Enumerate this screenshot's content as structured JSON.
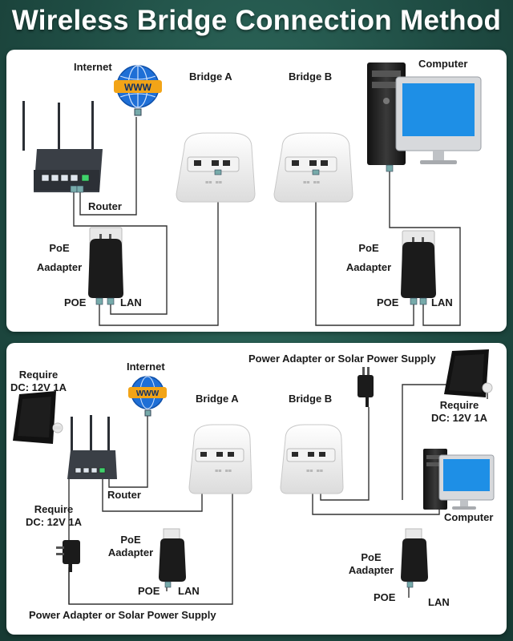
{
  "title": "Wireless Bridge Connection Method",
  "panel1": {
    "internet_label": "Internet",
    "www_text": "WWW",
    "bridge_a_label": "Bridge A",
    "bridge_b_label": "Bridge B",
    "computer_label": "Computer",
    "router_label": "Router",
    "poe_adapter_left_line1": "PoE",
    "poe_adapter_left_line2": "Aadapter",
    "poe_left_port": "POE",
    "lan_left_port": "LAN",
    "poe_adapter_right_line1": "PoE",
    "poe_adapter_right_line2": "Aadapter",
    "poe_right_port": "POE",
    "lan_right_port": "LAN"
  },
  "panel2": {
    "internet_label": "Internet",
    "www_text": "WWW",
    "bridge_a_label": "Bridge A",
    "bridge_b_label": "Bridge B",
    "power_supply_top_label": "Power Adapter or Solar Power Supply",
    "require_left_line1": "Require",
    "require_left_line2": "DC: 12V 1A",
    "require_right_line1": "Require",
    "require_right_line2": "DC: 12V 1A",
    "require_mid_line1": "Require",
    "require_mid_line2": "DC: 12V 1A",
    "router_label": "Router",
    "computer_label": "Computer",
    "poe_adapter_left_line1": "PoE",
    "poe_adapter_left_line2": "Aadapter",
    "poe_left_port": "POE",
    "lan_left_port": "LAN",
    "poe_adapter_right_line1": "PoE",
    "poe_adapter_right_line2": "Aadapter",
    "poe_right_port": "POE",
    "lan_right_port": "LAN",
    "power_supply_bottom_label": "Power Adapter or Solar Power Supply"
  },
  "colors": {
    "background": "#1f4d44",
    "panel": "#ffffff",
    "wire": "#333333",
    "globe": "#1f6fd6",
    "www_band": "#f2a417",
    "screen": "#1e8fe6",
    "router_body": "#3a3f46",
    "adapter_body": "#1b1b1b"
  },
  "icons": [
    "globe-icon",
    "router-icon",
    "bridge-icon",
    "computer-icon",
    "poe-adapter-icon",
    "solar-panel-icon",
    "power-adapter-icon"
  ]
}
